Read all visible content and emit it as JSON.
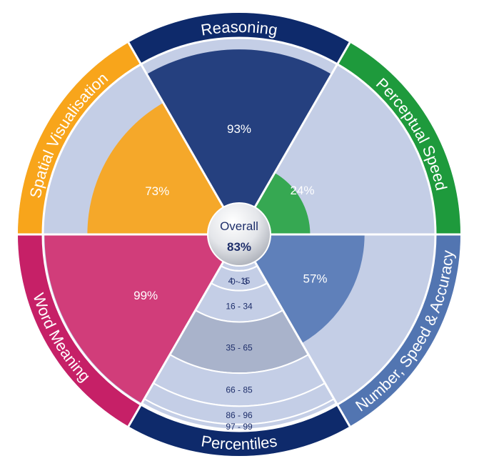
{
  "chart_data": {
    "type": "radial-bar",
    "overall": {
      "label": "Overall",
      "value": 83,
      "display": "83%"
    },
    "categories": [
      {
        "name": "Reasoning",
        "value": 93,
        "display": "93%",
        "color": "#25407f",
        "ring_color": "#0e2a6b"
      },
      {
        "name": "Perceptual Speed",
        "value": 24,
        "display": "24%",
        "color": "#36a852",
        "ring_color": "#1e9a3c"
      },
      {
        "name": "Number, Speed & Accuracy",
        "value": 57,
        "display": "57%",
        "color": "#5f80ba",
        "ring_color": "#5275b1"
      },
      {
        "name": "Word Meaning",
        "value": 99,
        "display": "99%",
        "color": "#d13d7a",
        "ring_color": "#c62067"
      },
      {
        "name": "Spatial Visualisation",
        "value": 73,
        "display": "73%",
        "color": "#f5a82a",
        "ring_color": "#f8a51b"
      }
    ],
    "percentiles": {
      "label": "Percentiles",
      "color": "#0e2a6b",
      "bands": [
        "0 - 3",
        "4 - 15",
        "16 - 34",
        "35 - 65",
        "66 - 85",
        "86 - 96",
        "97 - 99"
      ]
    },
    "colors": {
      "background": "#c4cee6",
      "highlight_band": "#a9b3cb",
      "separator": "#ffffff"
    }
  }
}
